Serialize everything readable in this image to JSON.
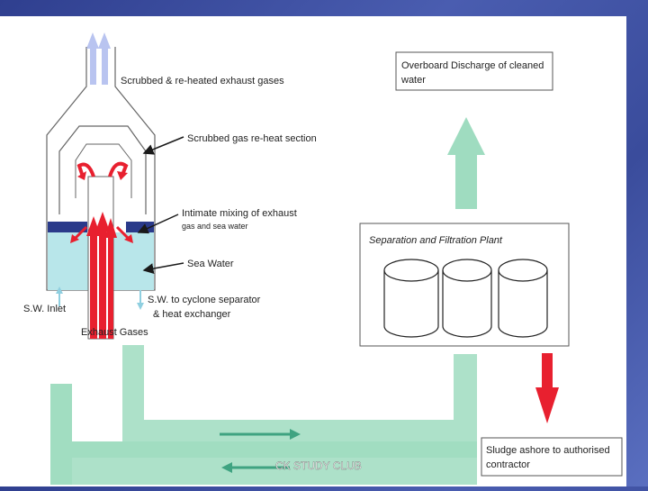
{
  "labels": {
    "scrubbed_reheated": "Scrubbed & re-heated exhaust gases",
    "reheat_section": "Scrubbed gas re-heat section",
    "mixing_line1": "Intimate mixing of exhaust",
    "mixing_line2": "gas and sea water",
    "sea_water": "Sea Water",
    "sw_inlet": "S.W. Inlet",
    "sw_cyclone_line1": "S.W. to cyclone separator",
    "sw_cyclone_line2": "& heat exchanger",
    "exhaust_gases": "Exhaust Gases",
    "overboard_line1": "Overboard Discharge of cleaned",
    "overboard_line2": "water",
    "separation_plant": "Separation and Filtration Plant",
    "sludge_line1": "Sludge ashore to authorised",
    "sludge_line2": "contractor",
    "watermark": "CK STUDY CLUB"
  },
  "colors": {
    "background": "#3a4c9c",
    "flow": "#9fdcc0",
    "flow_arrow": "#3fa381",
    "exhaust": "#e8202f",
    "water": "#b8e6ea",
    "water_band": "#2a3a8a",
    "exhaust_out": "#b9c4f0"
  }
}
